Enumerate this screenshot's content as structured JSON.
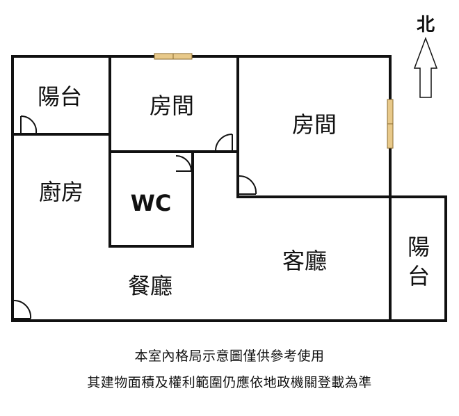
{
  "compass": {
    "label": "北"
  },
  "rooms": {
    "balcony_top": "陽台",
    "bedroom_middle": "房間",
    "bedroom_right": "房間",
    "kitchen": "廚房",
    "wc": "WC",
    "living": "客廳",
    "dining": "餐廳",
    "balcony_right_line1": "陽",
    "balcony_right_line2": "台"
  },
  "disclaimer": {
    "line1": "本室內格局示意圖僅供參考使用",
    "line2": "其建物面積及權利範圍仍應依地政機關登載為準"
  },
  "colors": {
    "wall": "#111111",
    "window": "#e8c98a",
    "window_stroke": "#8a6a2e",
    "text": "#111111"
  }
}
